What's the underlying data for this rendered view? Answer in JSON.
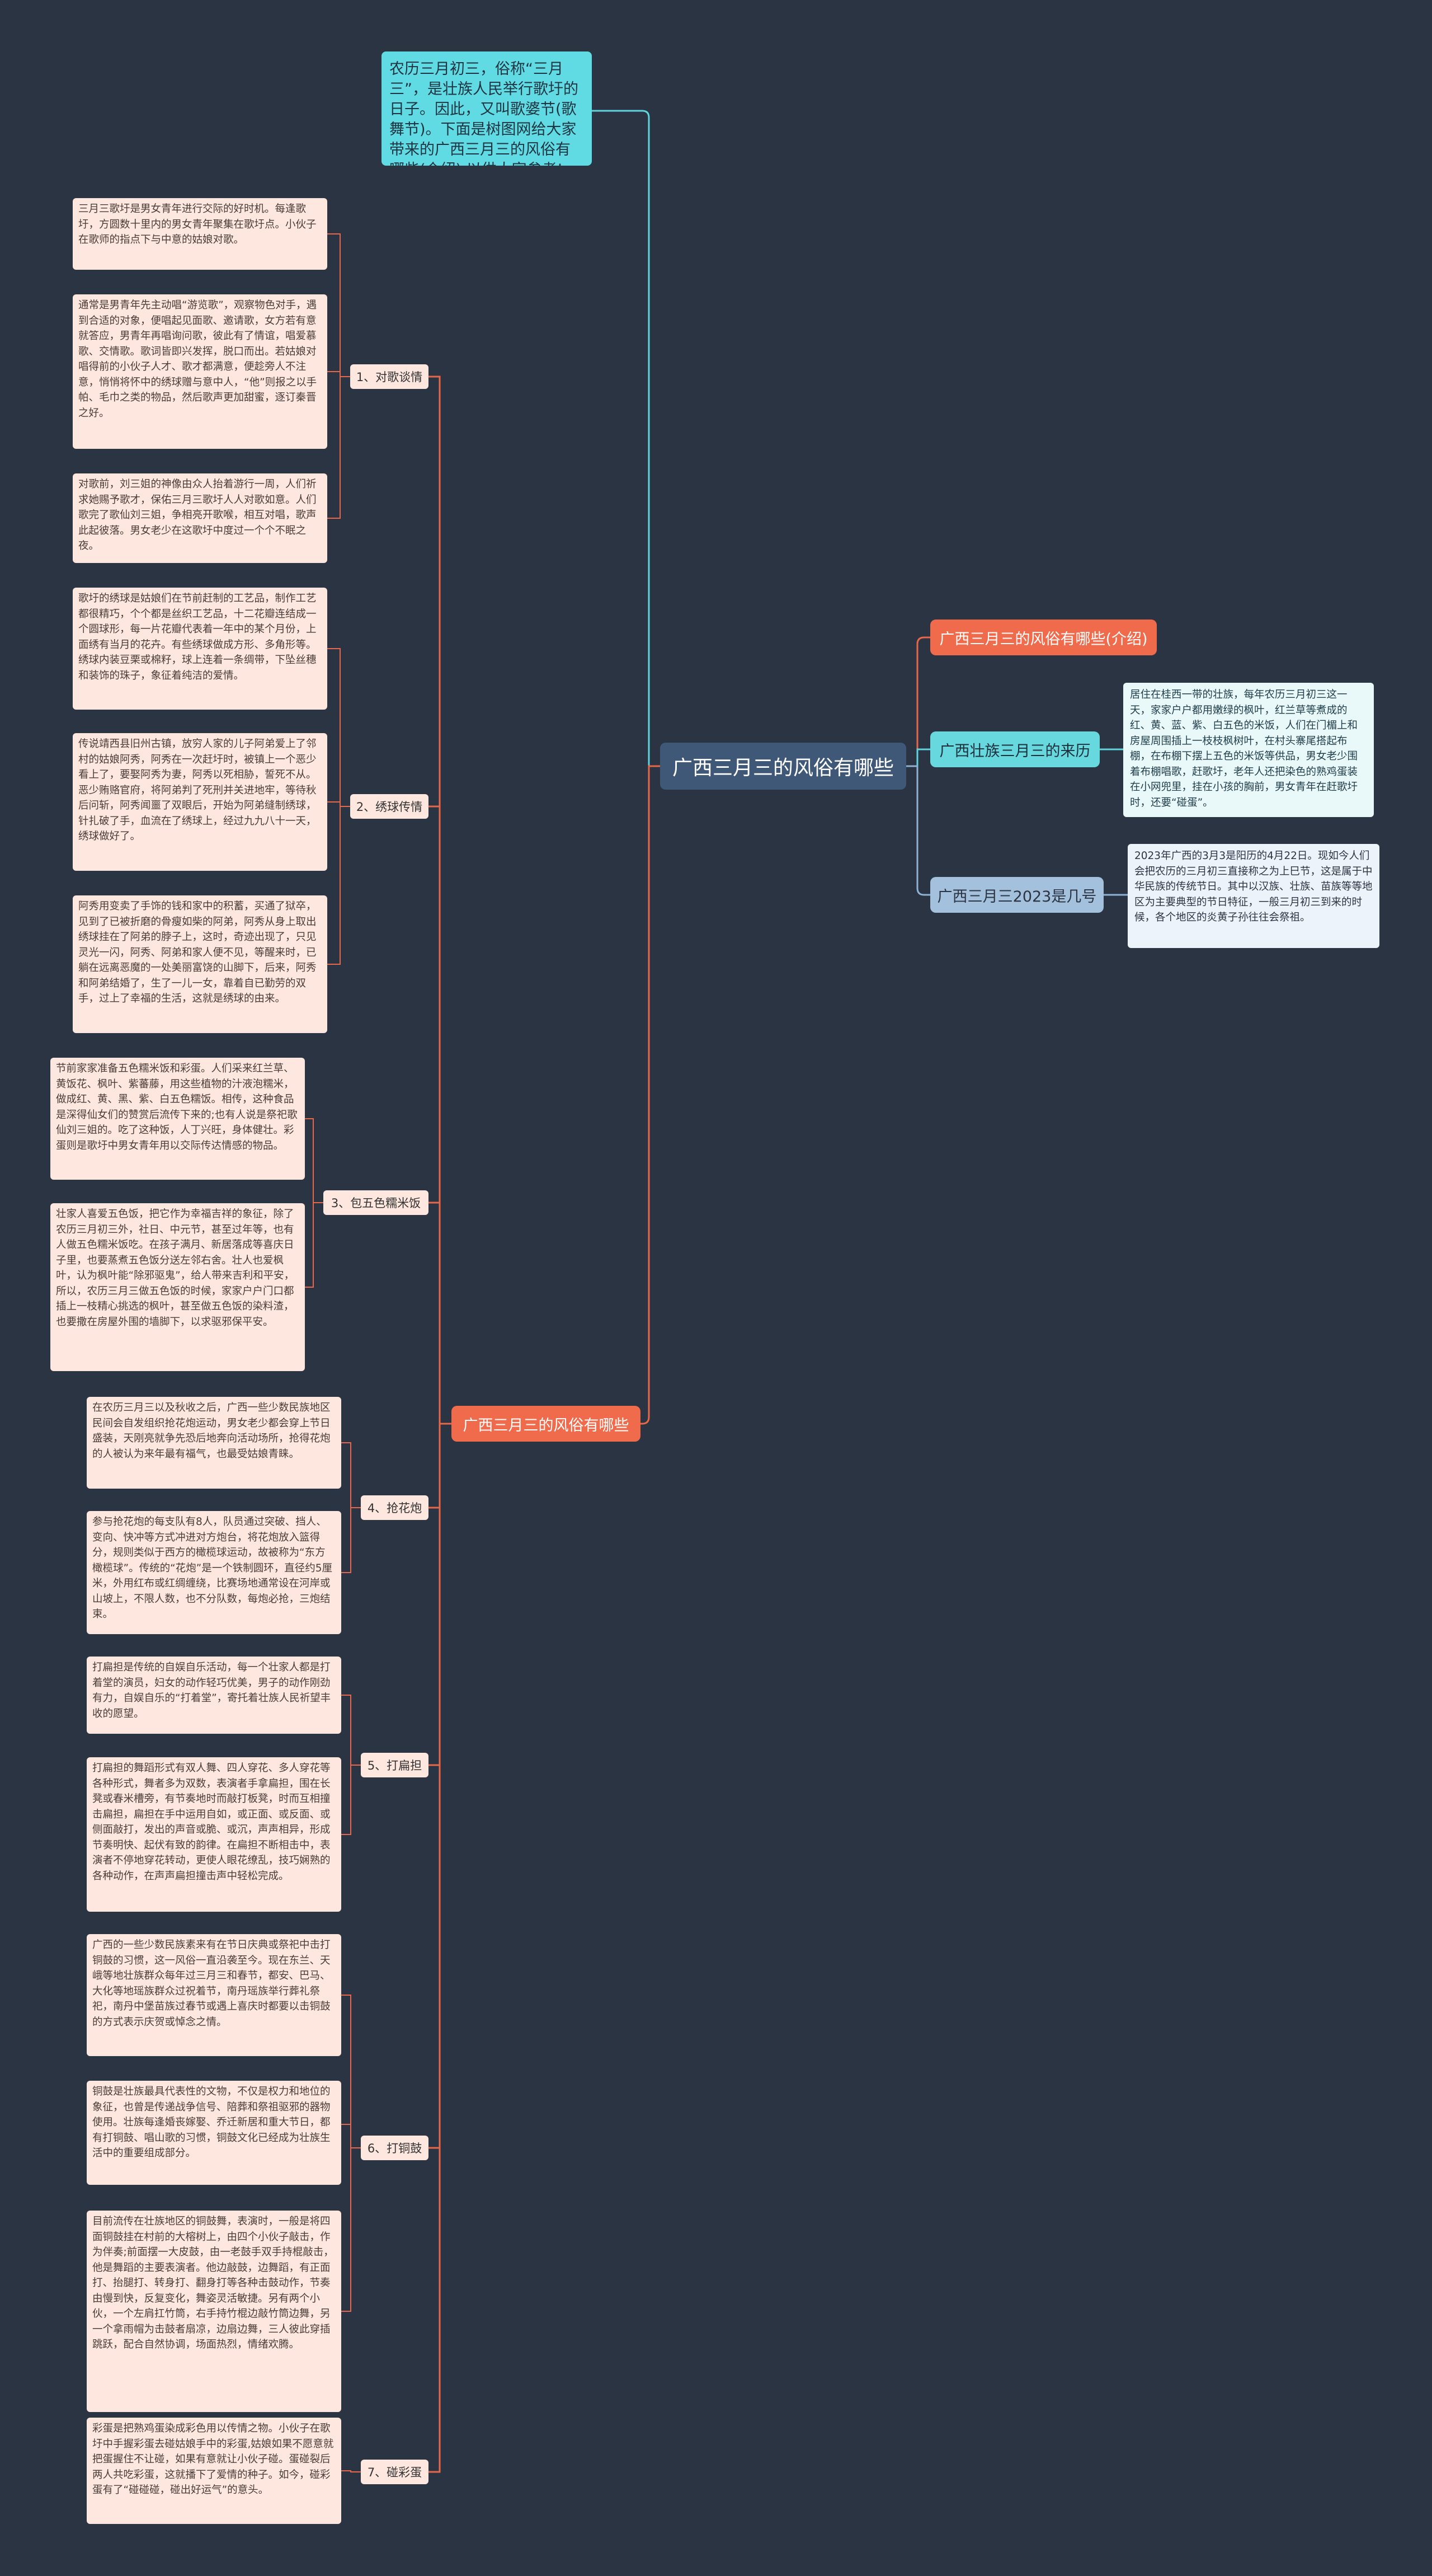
{
  "root": {
    "label": "广西三月三的风俗有哪些"
  },
  "intro": {
    "text": "农历三月初三，俗称“三月三”，是壮族人民举行歌圩的日子。因此，又叫歌婆节(歌舞节)。下面是树图网给大家带来的广西三月三的风俗有哪些(介绍),以供大家参考!"
  },
  "right_branches": [
    {
      "label": "广西三月三的风俗有哪些(介绍)"
    },
    {
      "label": "广西壮族三月三的来历",
      "detail": "居住在桂西一带的壮族，每年农历三月初三这一天，家家户户都用嫩绿的枫叶，红兰草等煮成的红、黄、蓝、紫、白五色的米饭，人们在门楣上和房屋周围插上一枝枝枫树叶，在村头寨尾搭起布棚，在布棚下摆上五色的米饭等供品，男女老少围着布棚唱歌，赶歌圩，老年人还把染色的熟鸡蛋装在小网兜里，挂在小孩的胸前，男女青年在赶歌圩时，还要“碰蛋”。"
    },
    {
      "label": "广西三月三2023是几号",
      "detail": "2023年广西的3月3是阳历的4月22日。现如今人们会把农历的三月初三直接称之为上巳节，这是属于中华民族的传统节日。其中以汉族、壮族、苗族等等地区为主要典型的节日特征，一般三月初三到来的时候，各个地区的炎黄子孙往往会祭祖。"
    }
  ],
  "left_branch": {
    "label": "广西三月三的风俗有哪些",
    "groups": [
      {
        "label": "1、对歌谈情",
        "leaves": [
          "三月三歌圩是男女青年进行交际的好时机。每逢歌圩，方圆数十里内的男女青年聚集在歌圩点。小伙子在歌师的指点下与中意的姑娘对歌。",
          "通常是男青年先主动唱“游览歌”，观察物色对手，遇到合适的对象，便唱起见面歌、邀请歌，女方若有意就答应，男青年再唱询问歌，彼此有了情谊，唱爱慕歌、交情歌。歌词皆即兴发挥，脱口而出。若姑娘对唱得前的小伙子人才、歌才都满意，便趁旁人不注意，悄悄将怀中的绣球赠与意中人，“他”则报之以手帕、毛巾之类的物品，然后歌声更加甜蜜，逐订秦晋之好。",
          "对歌前，刘三姐的神像由众人抬着游行一周，人们祈求她赐予歌才，保佑三月三歌圩人人对歌如意。人们歌完了歌仙刘三姐，争相亮开歌喉，相互对唱，歌声此起彼落。男女老少在这歌圩中度过一个个不眠之夜。"
        ]
      },
      {
        "label": "2、绣球传情",
        "leaves": [
          "歌圩的绣球是姑娘们在节前赶制的工艺品，制作工艺都很精巧，个个都是丝织工艺品，十二花瓣连结成一个圆球形，每一片花瓣代表着一年中的某个月份，上面绣有当月的花卉。有些绣球做成方形、多角形等。绣球内装豆栗或棉籽，球上连着一条绸带，下坠丝穗和装饰的珠子，象征着纯洁的爱情。",
          "传说靖西县旧州古镇，放穷人家的儿子阿弟爱上了邻村的姑娘阿秀，阿秀在一次赶圩时，被镇上一个恶少看上了，要娶阿秀为妻，阿秀以死相胁，誓死不从。恶少贿赂官府，将阿弟判了死刑并关进地牢，等待秋后问斩，阿秀闻噩了双眼后，开始为阿弟缝制绣球，针扎破了手，血流在了绣球上，经过九九八十一天，绣球做好了。",
          "阿秀用变卖了手饰的钱和家中的积蓄，买通了狱卒，见到了已被折磨的骨瘦如柴的阿弟，阿秀从身上取出绣球挂在了阿弟的脖子上，这时，奇迹出现了，只见灵光一闪，阿秀、阿弟和家人便不见，等醒来时，已躺在远离恶魔的一处美丽富饶的山脚下，后来，阿秀和阿弟结婚了，生了一儿一女，靠着自已勤劳的双手，过上了幸福的生活，这就是绣球的由来。"
        ]
      },
      {
        "label": "3、包五色糯米饭",
        "leaves": [
          "节前家家准备五色糯米饭和彩蛋。人们采来红兰草、黄饭花、枫叶、紫蕃藤，用这些植物的汁液泡糯米，做成红、黄、黑、紫、白五色糯饭。相传，这种食品是深得仙女们的赞赏后流传下来的;也有人说是祭祀歌仙刘三姐的。吃了这种饭，人丁兴旺，身体健壮。彩蛋则是歌圩中男女青年用以交际传达情感的物品。",
          "壮家人喜爱五色饭，把它作为幸福吉祥的象征，除了农历三月初三外，社日、中元节，甚至过年等，也有人做五色糯米饭吃。在孩子满月、新居落成等喜庆日子里，也要蒸煮五色饭分送左邻右舍。壮人也爱枫叶，认为枫叶能“除邪驱鬼”，给人带来吉利和平安，所以，农历三月三做五色饭的时候，家家户户门口都插上一枝精心挑选的枫叶，甚至做五色饭的染料渣，也要撒在房屋外围的墙脚下，以求驱邪保平安。"
        ]
      },
      {
        "label": "4、抢花炮",
        "leaves": [
          "在农历三月三以及秋收之后，广西一些少数民族地区民间会自发组织抢花炮运动，男女老少都会穿上节日盛装，天刚亮就争先恐后地奔向活动场所，抢得花炮的人被认为来年最有福气，也最受姑娘青睐。",
          "参与抢花炮的每支队有8人，队员通过突破、挡人、变向、快冲等方式冲进对方炮台，将花炮放入篮得分，规则类似于西方的橄榄球运动，故被称为“东方橄榄球”。传统的“花炮”是一个铁制圆环，直径约5厘米，外用红布或红绸缠绕，比赛场地通常设在河岸或山坡上，不限人数，也不分队数，每炮必抢，三炮结束。"
        ]
      },
      {
        "label": "5、打扁担",
        "leaves": [
          "打扁担是传统的自娱自乐活动，每一个壮家人都是打着堂的演员，妇女的动作轻巧优美，男子的动作刚劲有力，自娱自乐的“打着堂”，寄托着壮族人民祈望丰收的愿望。",
          "打扁担的舞蹈形式有双人舞、四人穿花、多人穿花等各种形式，舞者多为双数，表演者手拿扁担，围在长凳或春米槽旁，有节奏地时而敲打板凳，时而互相撞击扁担，扁担在手中运用自如，或正面、或反面、或侧面敲打，发出的声音或脆、或沉，声声相异，形成节奏明快、起伏有致的韵律。在扁担不断相击中，表演者不停地穿花转动，更使人眼花缭乱，技巧娴熟的各种动作，在声声扁担撞击声中轻松完成。"
        ]
      },
      {
        "label": "6、打铜鼓",
        "leaves": [
          "广西的一些少数民族素来有在节日庆典或祭祀中击打铜鼓的习惯，这一风俗一直沿袭至今。现在东兰、天峨等地壮族群众每年过三月三和春节，都安、巴马、大化等地瑶族群众过祝着节，南丹瑶族举行葬礼祭祀，南丹中堡苗族过春节或遇上喜庆时都要以击铜鼓的方式表示庆贺或悼念之情。",
          "铜鼓是壮族最具代表性的文物，不仅是权力和地位的象征，也曾是传递战争信号、陪葬和祭祖驱邪的器物使用。壮族每逢婚丧嫁娶、乔迁新居和重大节日，都有打铜鼓、唱山歌的习惯，铜鼓文化已经成为壮族生活中的重要组成部分。",
          "目前流传在壮族地区的铜鼓舞，表演时，一般是将四面铜鼓挂在村前的大榕树上，由四个小伙子敲击，作为伴奏;前面摆一大皮鼓，由一老鼓手双手持棍敲击，他是舞蹈的主要表演者。他边敲鼓，边舞蹈，有正面打、抬腿打、转身打、翻身打等各种击鼓动作，节奏由慢到快，反复变化，舞姿灵活敏捷。另有两个小伙，一个左肩扛竹筒，右手持竹棍边敲竹筒边舞，另一个拿雨帽为击鼓者扇凉，边扇边舞，三人彼此穿插跳跃，配合自然协调，场面热烈，情绪欢腾。"
        ]
      },
      {
        "label": "7、碰彩蛋",
        "leaves": [
          "彩蛋是把熟鸡蛋染成彩色用以传情之物。小伙子在歌圩中手握彩蛋去碰姑娘手中的彩蛋,姑娘如果不愿意就把蛋握住不让碰，如果有意就让小伙子碰。蛋碰裂后两人共吃彩蛋，这就播下了爱情的种子。如今，碰彩蛋有了“碰碰碰，碰出好运气”的意头。"
        ]
      }
    ]
  },
  "colors": {
    "background": "#2b3442",
    "root": "#3f5878",
    "red_branch": "#ef6b4c",
    "cyan_branch": "#68d8df",
    "blue_branch": "#a3c1dc",
    "leaf": "#fde7df"
  }
}
